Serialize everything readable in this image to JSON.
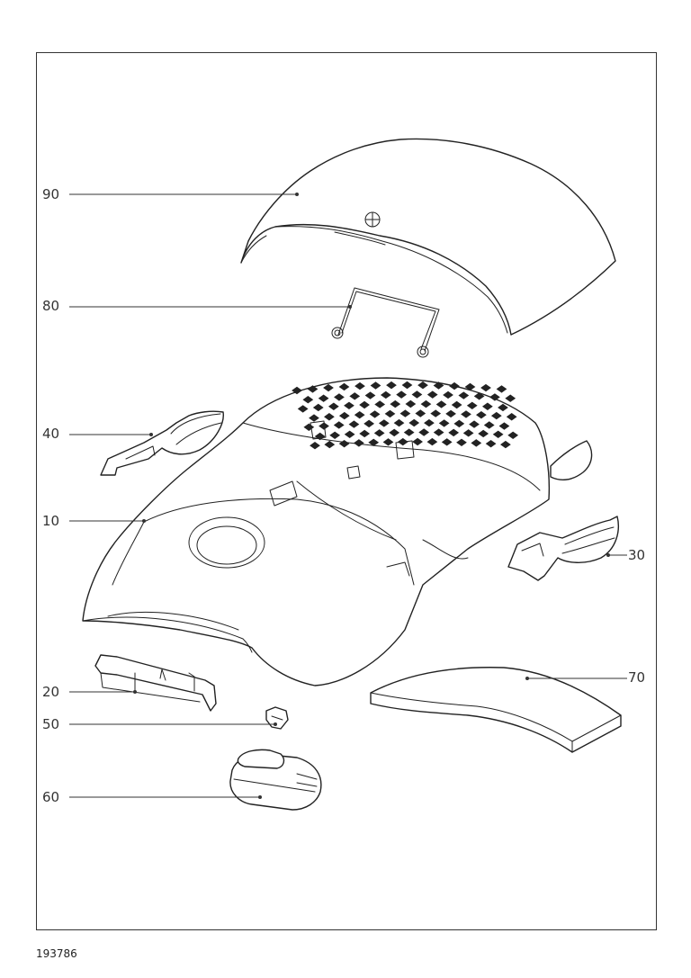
{
  "drawing_number": "193786",
  "callouts": [
    {
      "id": "90",
      "label": "90"
    },
    {
      "id": "80",
      "label": "80"
    },
    {
      "id": "40",
      "label": "40"
    },
    {
      "id": "10",
      "label": "10"
    },
    {
      "id": "30",
      "label": "30"
    },
    {
      "id": "70",
      "label": "70"
    },
    {
      "id": "20",
      "label": "20"
    },
    {
      "id": "50",
      "label": "50"
    },
    {
      "id": "60",
      "label": "60"
    }
  ]
}
